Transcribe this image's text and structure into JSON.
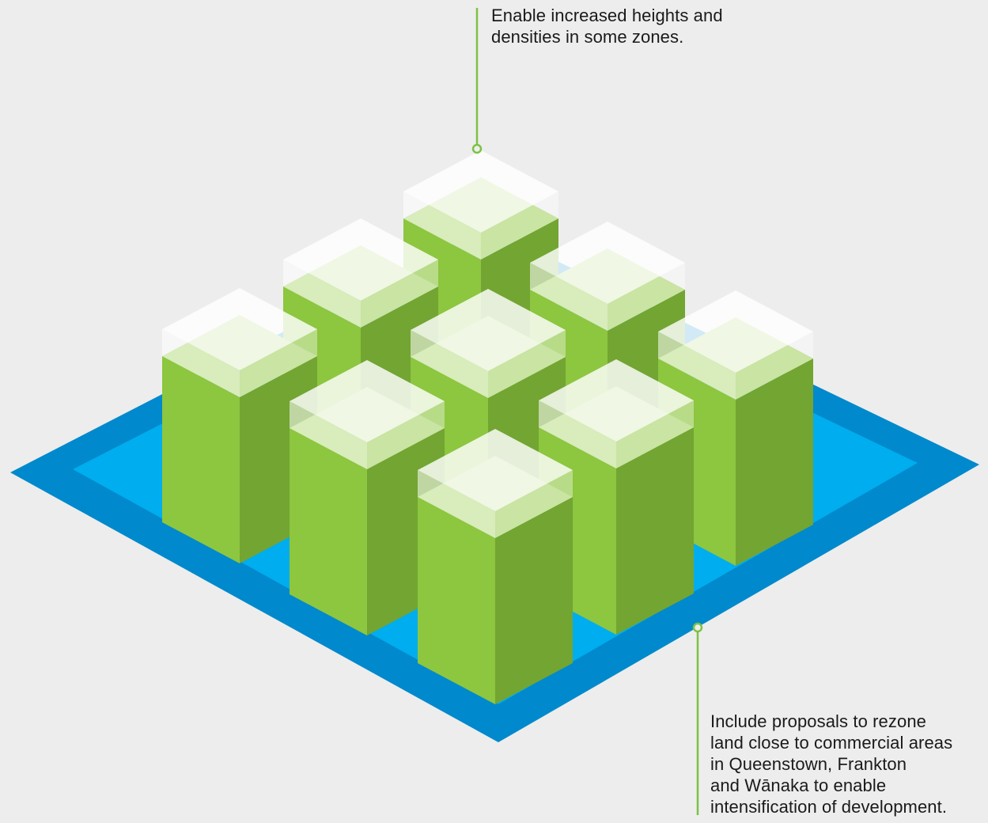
{
  "colors": {
    "background": "#ededed",
    "ground_outer": "#0089cc",
    "ground_inner": "#00adee",
    "block_left_face": "#8dc63f",
    "block_right_face": "#72a532",
    "block_top_face": "#a9d46b",
    "glass_cap": "#ffffff",
    "leader_line": "#7dc243"
  },
  "callouts": {
    "top": {
      "lines": [
        "Enable increased heights and",
        "densities in some zones."
      ]
    },
    "bottom": {
      "lines": [
        "Include proposals to rezone",
        "land close to commercial areas",
        "in Queenstown, Frankton",
        "and Wānaka to enable",
        "intensification of development."
      ]
    }
  }
}
